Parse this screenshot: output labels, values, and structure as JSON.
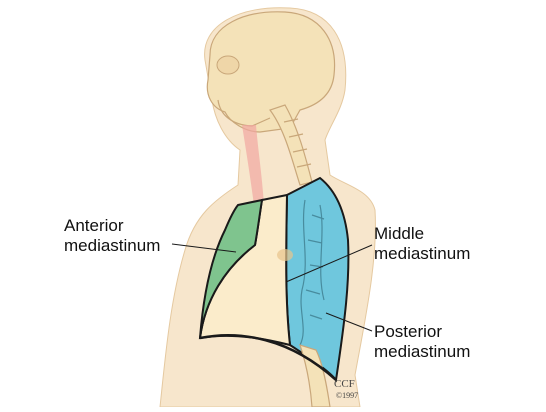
{
  "labels": {
    "anterior": [
      "Anterior",
      "mediastinum"
    ],
    "middle": [
      "Middle",
      "mediastinum"
    ],
    "posterior": [
      "Posterior",
      "mediastinum"
    ]
  },
  "credit": {
    "org": "CCF",
    "year": "©1997"
  },
  "colors": {
    "skin": "#f7e6cc",
    "bone": "#f4e2b8",
    "bone_outline": "#c9a77a",
    "anterior_region": "#7fc48e",
    "middle_region": "#fbeccb",
    "posterior_region": "#6fc7dd",
    "outline": "#1a1a1a",
    "trachea": "#f1a6a1"
  }
}
